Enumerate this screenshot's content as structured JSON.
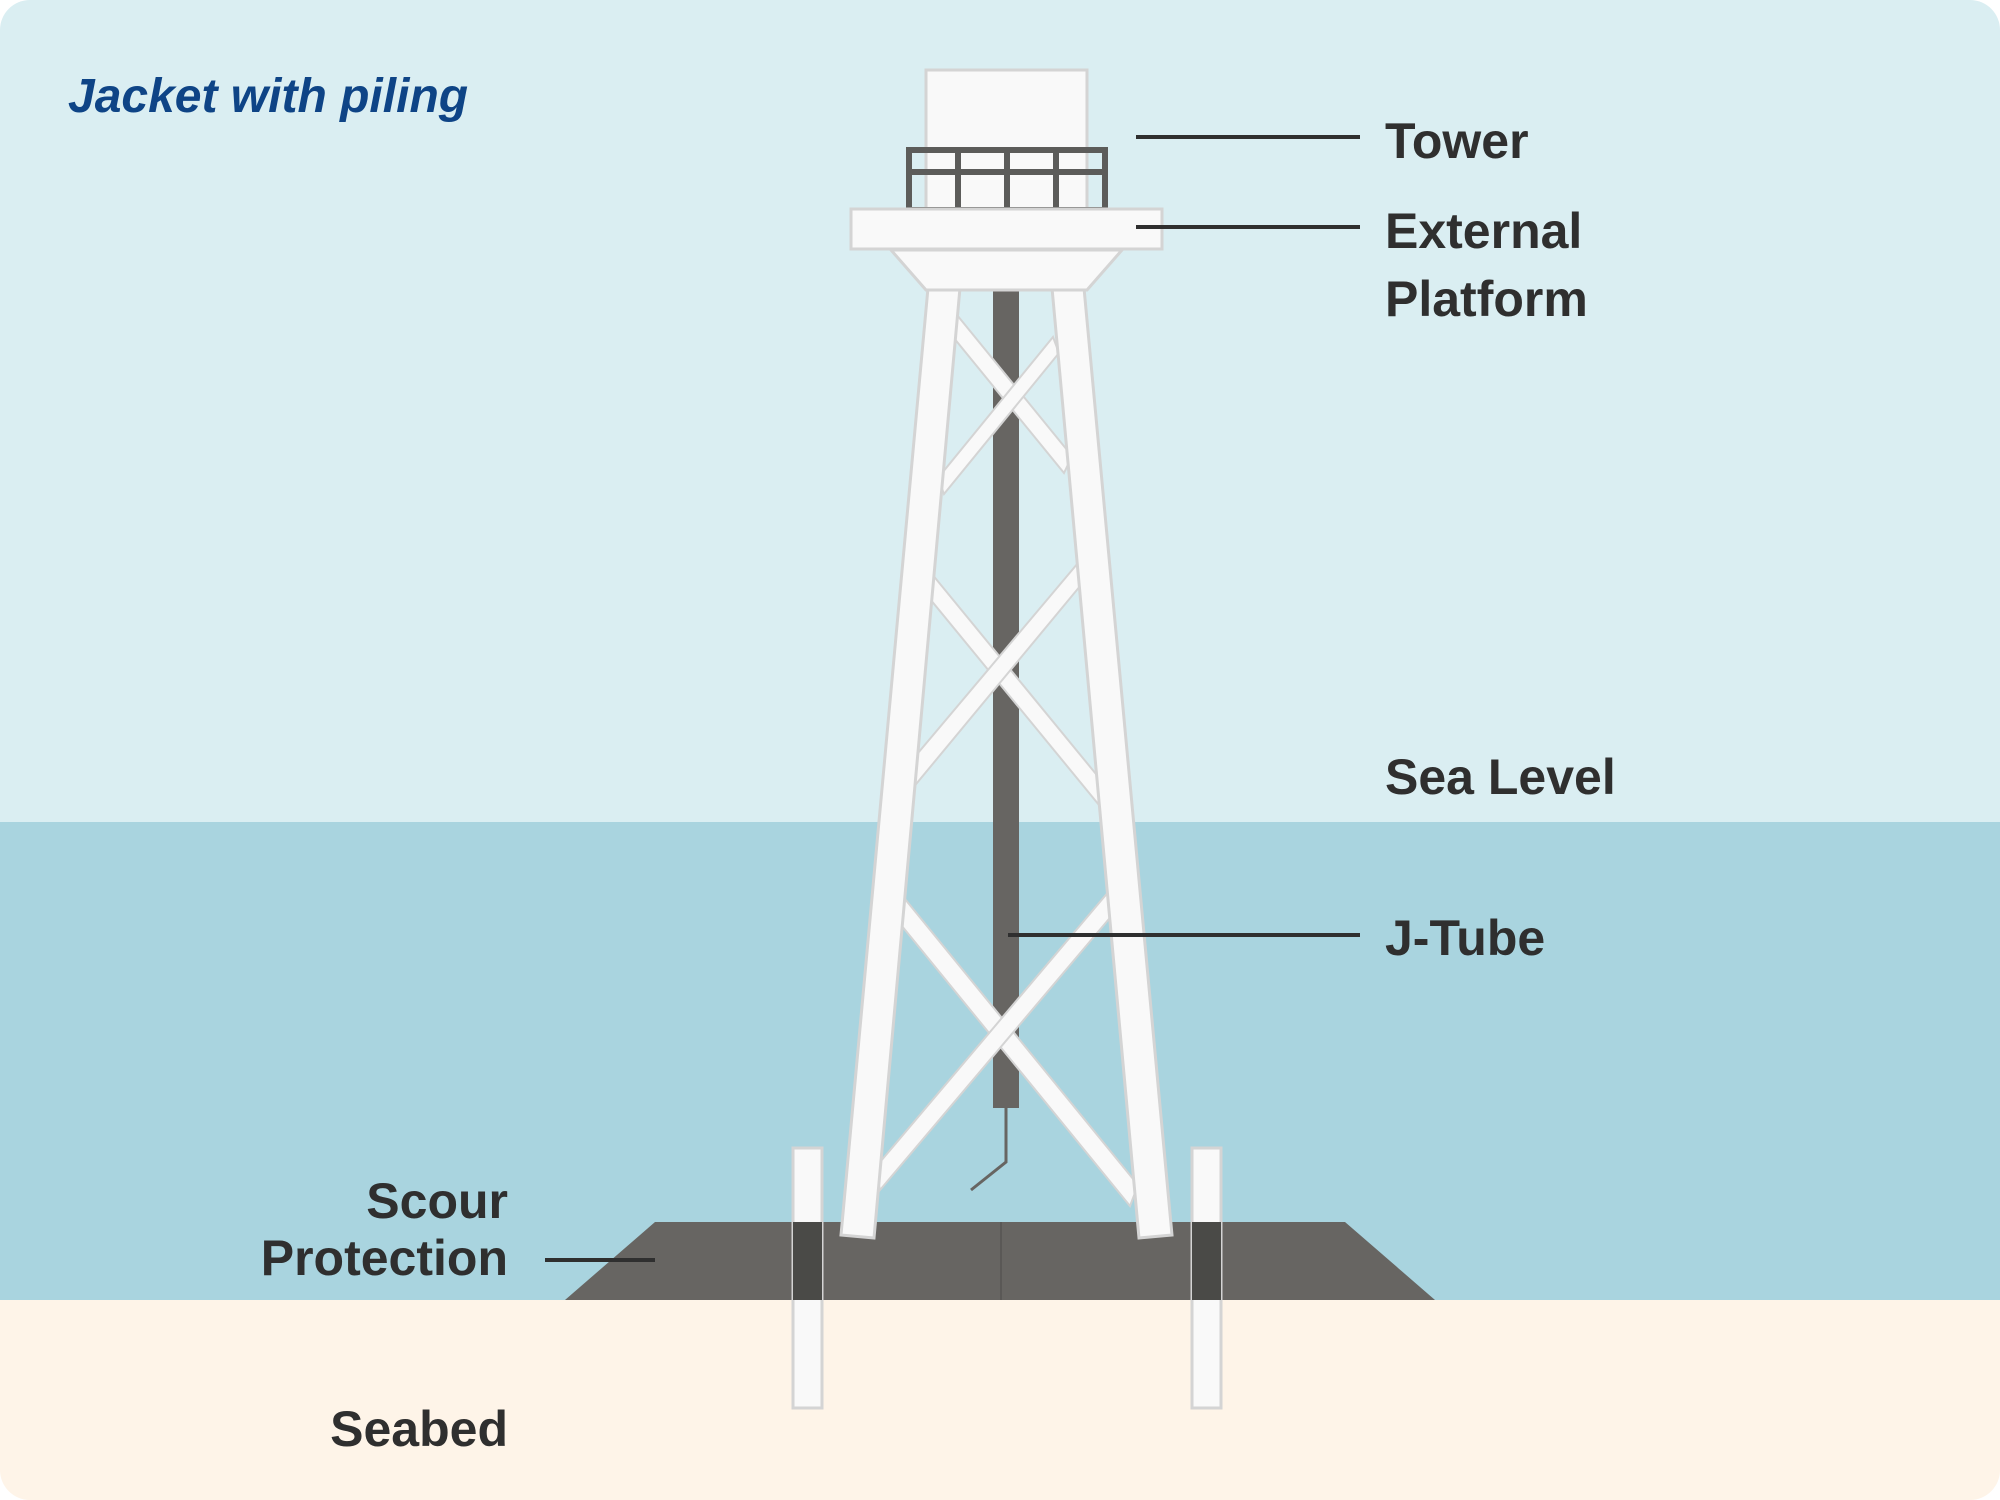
{
  "title": "Jacket with piling",
  "labels": {
    "tower": "Tower",
    "external_platform_line1": "External",
    "external_platform_line2": "Platform",
    "sea_level": "Sea Level",
    "j_tube": "J-Tube",
    "scour_protection_line1": "Scour",
    "scour_protection_line2": "Protection",
    "seabed": "Seabed"
  },
  "colors": {
    "sky": "#daeef2",
    "sea": "#a9d4df",
    "seabed": "#fef4e8",
    "structure": "#f9f9f9",
    "structure_outline": "#d4d4d4",
    "j_tube": "#676562",
    "scour": "#676562",
    "pile_band": "#4a4a47",
    "text": "#2f2f2f",
    "title": "#0e4486"
  }
}
